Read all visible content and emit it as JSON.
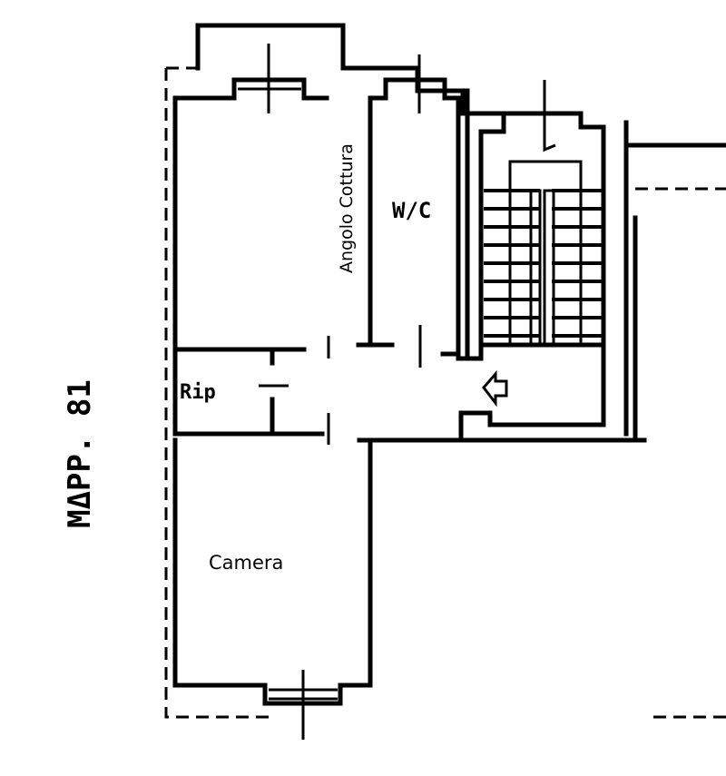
{
  "rooms": {
    "kitchen": "Angolo Cottura",
    "bathroom": "W/C",
    "storage": "Rip",
    "bedroom": "Camera"
  },
  "parcel_label": "MΔPP. 81",
  "colors": {
    "ink": "#000000",
    "paper": "#ffffff"
  }
}
